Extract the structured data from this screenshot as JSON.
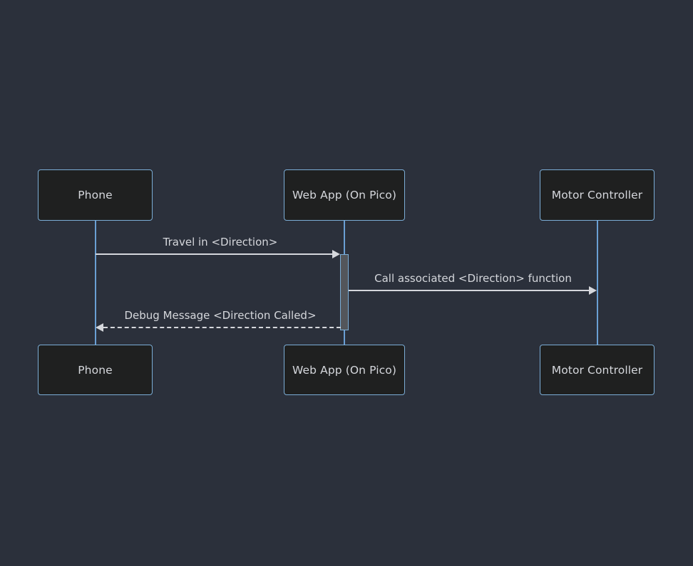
{
  "diagram": {
    "type": "sequence-diagram",
    "background_color": "#2b303b",
    "box_fill_color": "#1f2020",
    "box_border_color": "#7badd6",
    "lifeline_color": "#6a9fd4",
    "text_color": "#d5d7dc",
    "activation_fill_color": "#53565b"
  },
  "participants": [
    {
      "id": "phone",
      "label": "Phone"
    },
    {
      "id": "webapp",
      "label": "Web App (On Pico)"
    },
    {
      "id": "motor",
      "label": "Motor Controller"
    }
  ],
  "participants_bottom": [
    {
      "id": "phone-bottom",
      "label": "Phone"
    },
    {
      "id": "webapp-bottom",
      "label": "Web App (On Pico)"
    },
    {
      "id": "motor-bottom",
      "label": "Motor Controller"
    }
  ],
  "messages": [
    {
      "id": "msg-1",
      "label": "Travel in <Direction>",
      "from": "phone",
      "to": "webapp",
      "style": "solid",
      "arrow": "filled-right"
    },
    {
      "id": "msg-2",
      "label": "Call associated <Direction> function",
      "from": "webapp",
      "to": "motor",
      "style": "solid",
      "arrow": "filled-right"
    },
    {
      "id": "msg-3",
      "label": "Debug Message <Direction Called>",
      "from": "webapp",
      "to": "phone",
      "style": "dashed",
      "arrow": "filled-left"
    }
  ]
}
